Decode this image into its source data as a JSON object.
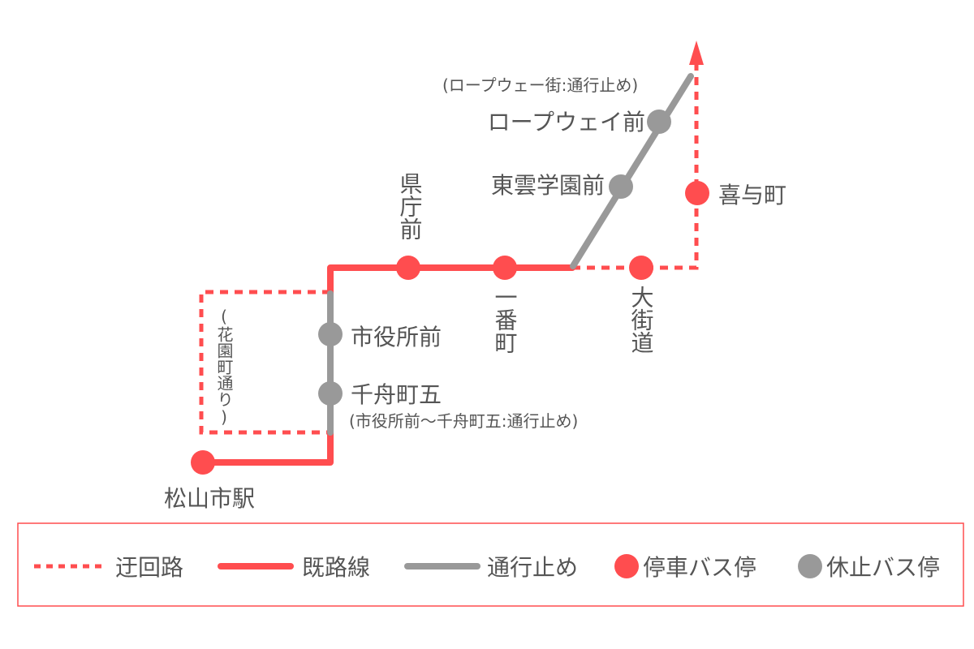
{
  "colors": {
    "active": "#ff4d4f",
    "closed": "#999999",
    "text": "#555555"
  },
  "stops": {
    "matsuyama_station": "松山市駅",
    "kencho_mae": "県庁前",
    "ichibancho": "一番町",
    "okaido": "大街道",
    "shiyakusho_mae": "市役所前",
    "senbuncho_go": "千舟町五",
    "shinonome_gakuen_mae": "東雲学園前",
    "ropeway_mae": "ロープウェイ前",
    "kiyomachi": "喜与町"
  },
  "notes": {
    "hanazono": "(花園町通り)",
    "shiyakusho_closure": "(市役所前〜千舟町五:通行止め)",
    "ropeway_closure": "(ロープウェー街:通行止め)"
  },
  "legend": {
    "detour": "迂回路",
    "existing": "既路線",
    "closed": "通行止め",
    "active_stop": "停車バス停",
    "closed_stop": "休止バス停"
  }
}
